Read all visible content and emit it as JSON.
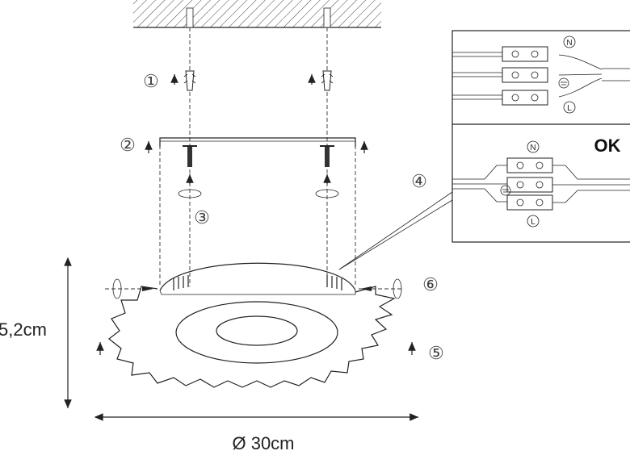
{
  "steps": {
    "s1": "①",
    "s2": "②",
    "s3": "③",
    "s4": "④",
    "s5": "⑤",
    "s6": "⑥"
  },
  "wiring": {
    "neutral": "N",
    "live": "L",
    "ok": "OK"
  },
  "dimensions": {
    "height": "5,2cm",
    "diameter": "Ø 30cm"
  },
  "icons": {
    "earth": "earth-ground-icon",
    "rotate": "rotate-arrow-icon",
    "up": "up-arrow-icon"
  }
}
